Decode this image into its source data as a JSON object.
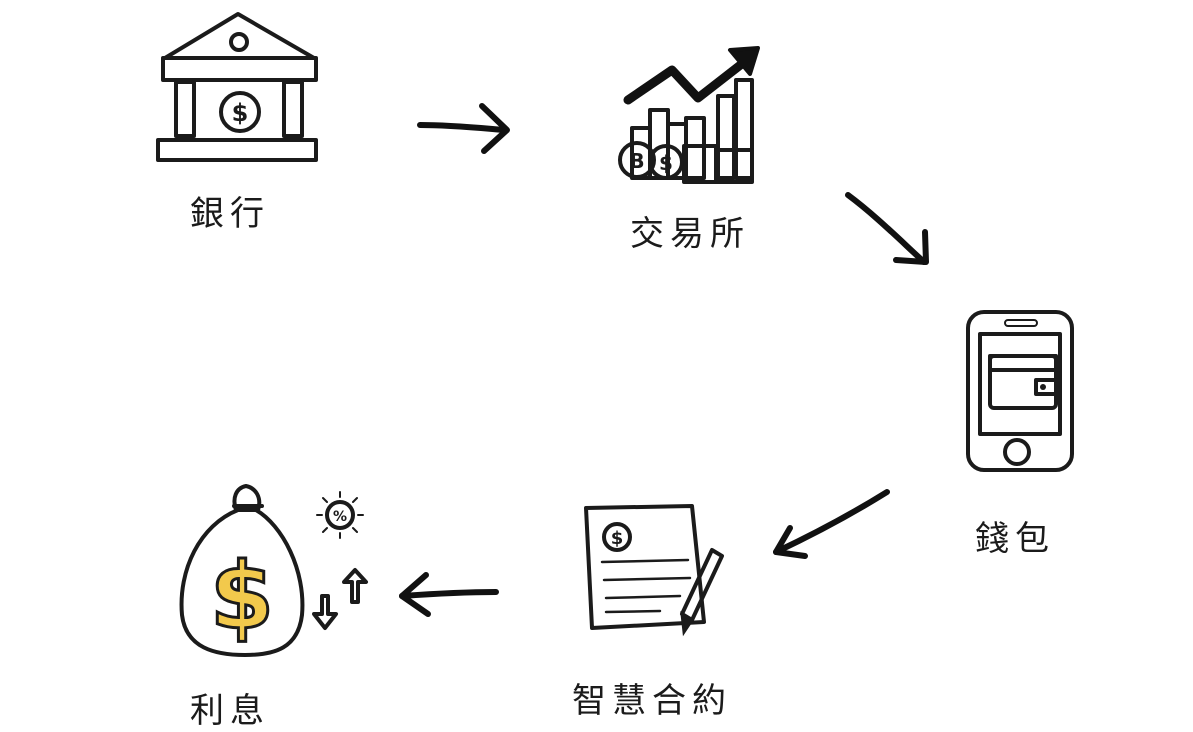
{
  "nodes": {
    "bank": {
      "label": "銀行",
      "icon": "bank-building-icon"
    },
    "exchange": {
      "label": "交易所",
      "icon": "rising-chart-coins-icon"
    },
    "wallet": {
      "label": "錢包",
      "icon": "phone-wallet-icon"
    },
    "contract": {
      "label": "智慧合約",
      "icon": "contract-document-icon"
    },
    "interest": {
      "label": "利息",
      "icon": "money-bag-icon"
    }
  },
  "colors": {
    "ink": "#1b1b1b",
    "gold": "#f2c94c",
    "bank_gray": "#8e8e8e",
    "wallet_pink": "#e9a48c",
    "wallet_purple": "#8d8ccf",
    "contract_blue": "#c9d4f2",
    "bag_brown": "#c9a27a",
    "chart_green": "#b9d9a3",
    "chart_purple": "#b99ad8",
    "chart_yellow": "#f4d06f"
  }
}
